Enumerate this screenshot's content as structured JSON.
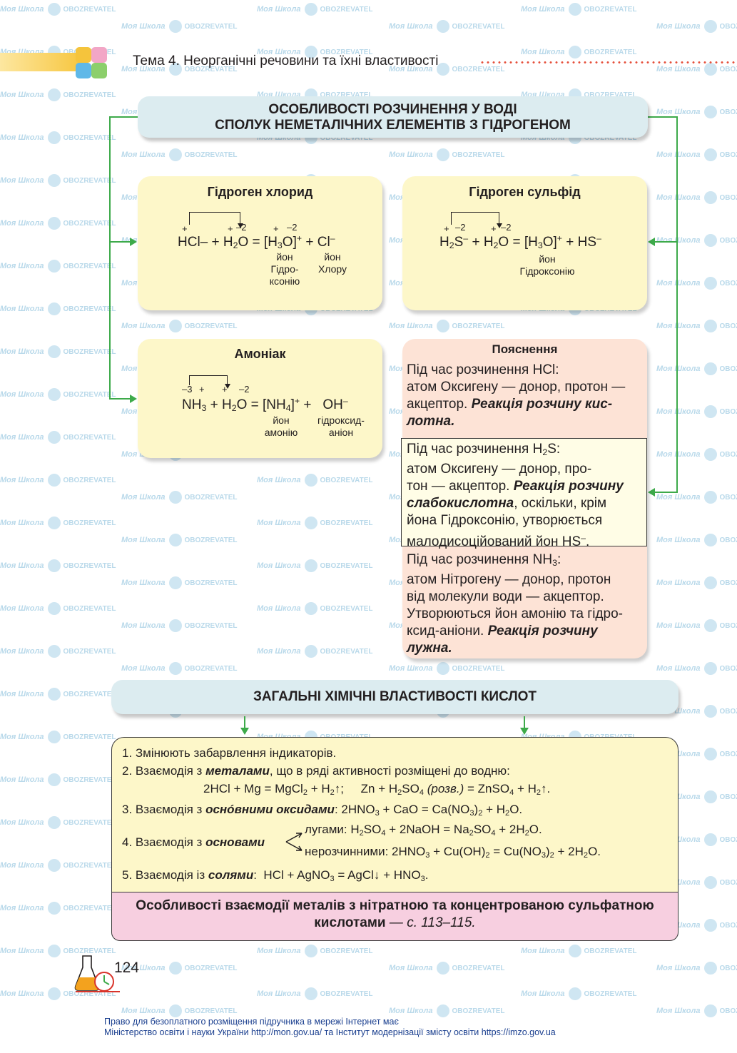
{
  "header": {
    "title": "Тема 4. Неорганічні речовини та їхні властивості"
  },
  "watermark": {
    "brand1": "Моя Школа",
    "brand2": "OBOZREVATEL"
  },
  "section1": {
    "title_line1": "ОСОБЛИВОСТІ РОЗЧИНЕННЯ У ВОДІ",
    "title_line2": "СПОЛУК НЕМЕТАЛІЧНИХ ЕЛЕМЕНТІВ З ГІДРОГЕНОМ"
  },
  "hcl": {
    "heading": "Гідроген хлорид",
    "formula_html": "HCl– + H<sub>2</sub>O = [H<sub>3</sub>O]<sup>+</sup> + Cl<sup>–</sup>",
    "ox1": "+",
    "ox2": "+",
    "ox3": "–2",
    "ox4": "+",
    "ox5": "–2",
    "label_hydronium": "йон\nГідро-\nксонію",
    "label_chloride": "йон\nХлору"
  },
  "h2s": {
    "heading": "Гідроген сульфід",
    "formula_html": "H<sub>2</sub>S<sup>–</sup> + H<sub>2</sub>O = [H<sub>3</sub>O]<sup>+</sup> + HS<sup>–</sup>",
    "ox1": "+",
    "ox2": "–2",
    "ox3": "+",
    "ox4": "–2",
    "label_hydronium": "йон\nГідроксонію"
  },
  "nh3": {
    "heading": "Амоніак",
    "formula_html": "NH<sub>3</sub> + H<sub>2</sub>O = [NH<sub>4</sub>]<sup>+</sup> +&nbsp;&nbsp; OH<sup>–</sup>",
    "ox1": "–3",
    "ox2": "+",
    "ox3": "+",
    "ox4": "–2",
    "label_ammonium": "йон\nамонію",
    "label_hydroxide": "гідроксид-\nаніон"
  },
  "explain": {
    "heading": "Пояснення",
    "hcl_html": "Під час розчинення HCl:<br>атом Оксигену — донор, протон —<br>акцептор. <b>Реакція розчину кис-<br>лотна.</b>",
    "h2s_html": "Під час розчинення H<sub>2</sub>S:<br>атом Оксигену — донор, про-<br>тон — акцептор. <b>Реакція розчину<br>слабокислотна</b>, оскільки, крім<br>йона Гідроксонію, утворюється<br>малодисоційований йон HS<sup>–</sup>.",
    "nh3_html": "Під час розчинення NH<sub>3</sub>:<br>атом Нітрогену — донор, протон<br>від молекули води — акцептор.<br>Утворюються йон амонію та гідро-<br>ксид-аніони. <b>Реакція розчину<br>лужна.</b>"
  },
  "section2": {
    "title": "ЗАГАЛЬНІ ХІМІЧНІ ВЛАСТИВОСТІ КИСЛОТ"
  },
  "props": {
    "p1": "1. Змінюють забарвлення індикаторів.",
    "p2_html": "2. Взаємодія з <b>металами</b>, що в ряді активності розміщені до водню:",
    "p2_eq_html": "2HCl + Mg = MgCl<sub>2</sub> + H<sub>2</sub>↑;&nbsp;&nbsp;&nbsp;&nbsp; Zn + H<sub>2</sub>SO<sub>4</sub> <i>(розв.)</i> = ZnSO<sub>4</sub> + H<sub>2</sub>↑.",
    "p3_html": "3. Взаємодія з <b>оснóвними оксидами</b>: 2HNO<sub>3</sub> + CaO = Ca(NO<sub>3</sub>)<sub>2</sub> + H<sub>2</sub>O.",
    "p4_html": "4. Взаємодія з <b>основами</b>",
    "p4a_html": "лугами: H<sub>2</sub>SO<sub>4</sub> + 2NaOH = Na<sub>2</sub>SO<sub>4</sub> + 2H<sub>2</sub>O.",
    "p4b_html": "нерозчинними: 2HNO<sub>3</sub> + Cu(OH)<sub>2</sub> = Cu(NO<sub>3</sub>)<sub>2</sub> + 2H<sub>2</sub>O.",
    "p5_html": "5. Взаємодія із <b>солями</b>:&nbsp; HCl + AgNO<sub>3</sub> = AgCl↓ + HNO<sub>3</sub>."
  },
  "note": {
    "html": "Особливості взаємодії металів з нітратною та концентрованою сульфатною<br>кислотами <i>— <span style=\"font-style:italic\">с. 113–115</span>.</i>"
  },
  "page": {
    "number": "124"
  },
  "footer": {
    "line1": "Право для безоплатного розміщення підручника в мережі Інтернет має",
    "line2": "Міністерство освіти і науки України http://mon.gov.ua/ та Інститут модернізації змісту освіти https://imzo.gov.ua"
  },
  "colors": {
    "connector": "#3daa4a",
    "title_box": "#dcecf0",
    "card_yellow": "#fdf7c9",
    "card_pink": "#fde3d6",
    "note_pink": "#f7cfe0",
    "dots": "#e64f3a",
    "footer": "#1a3f8f"
  }
}
